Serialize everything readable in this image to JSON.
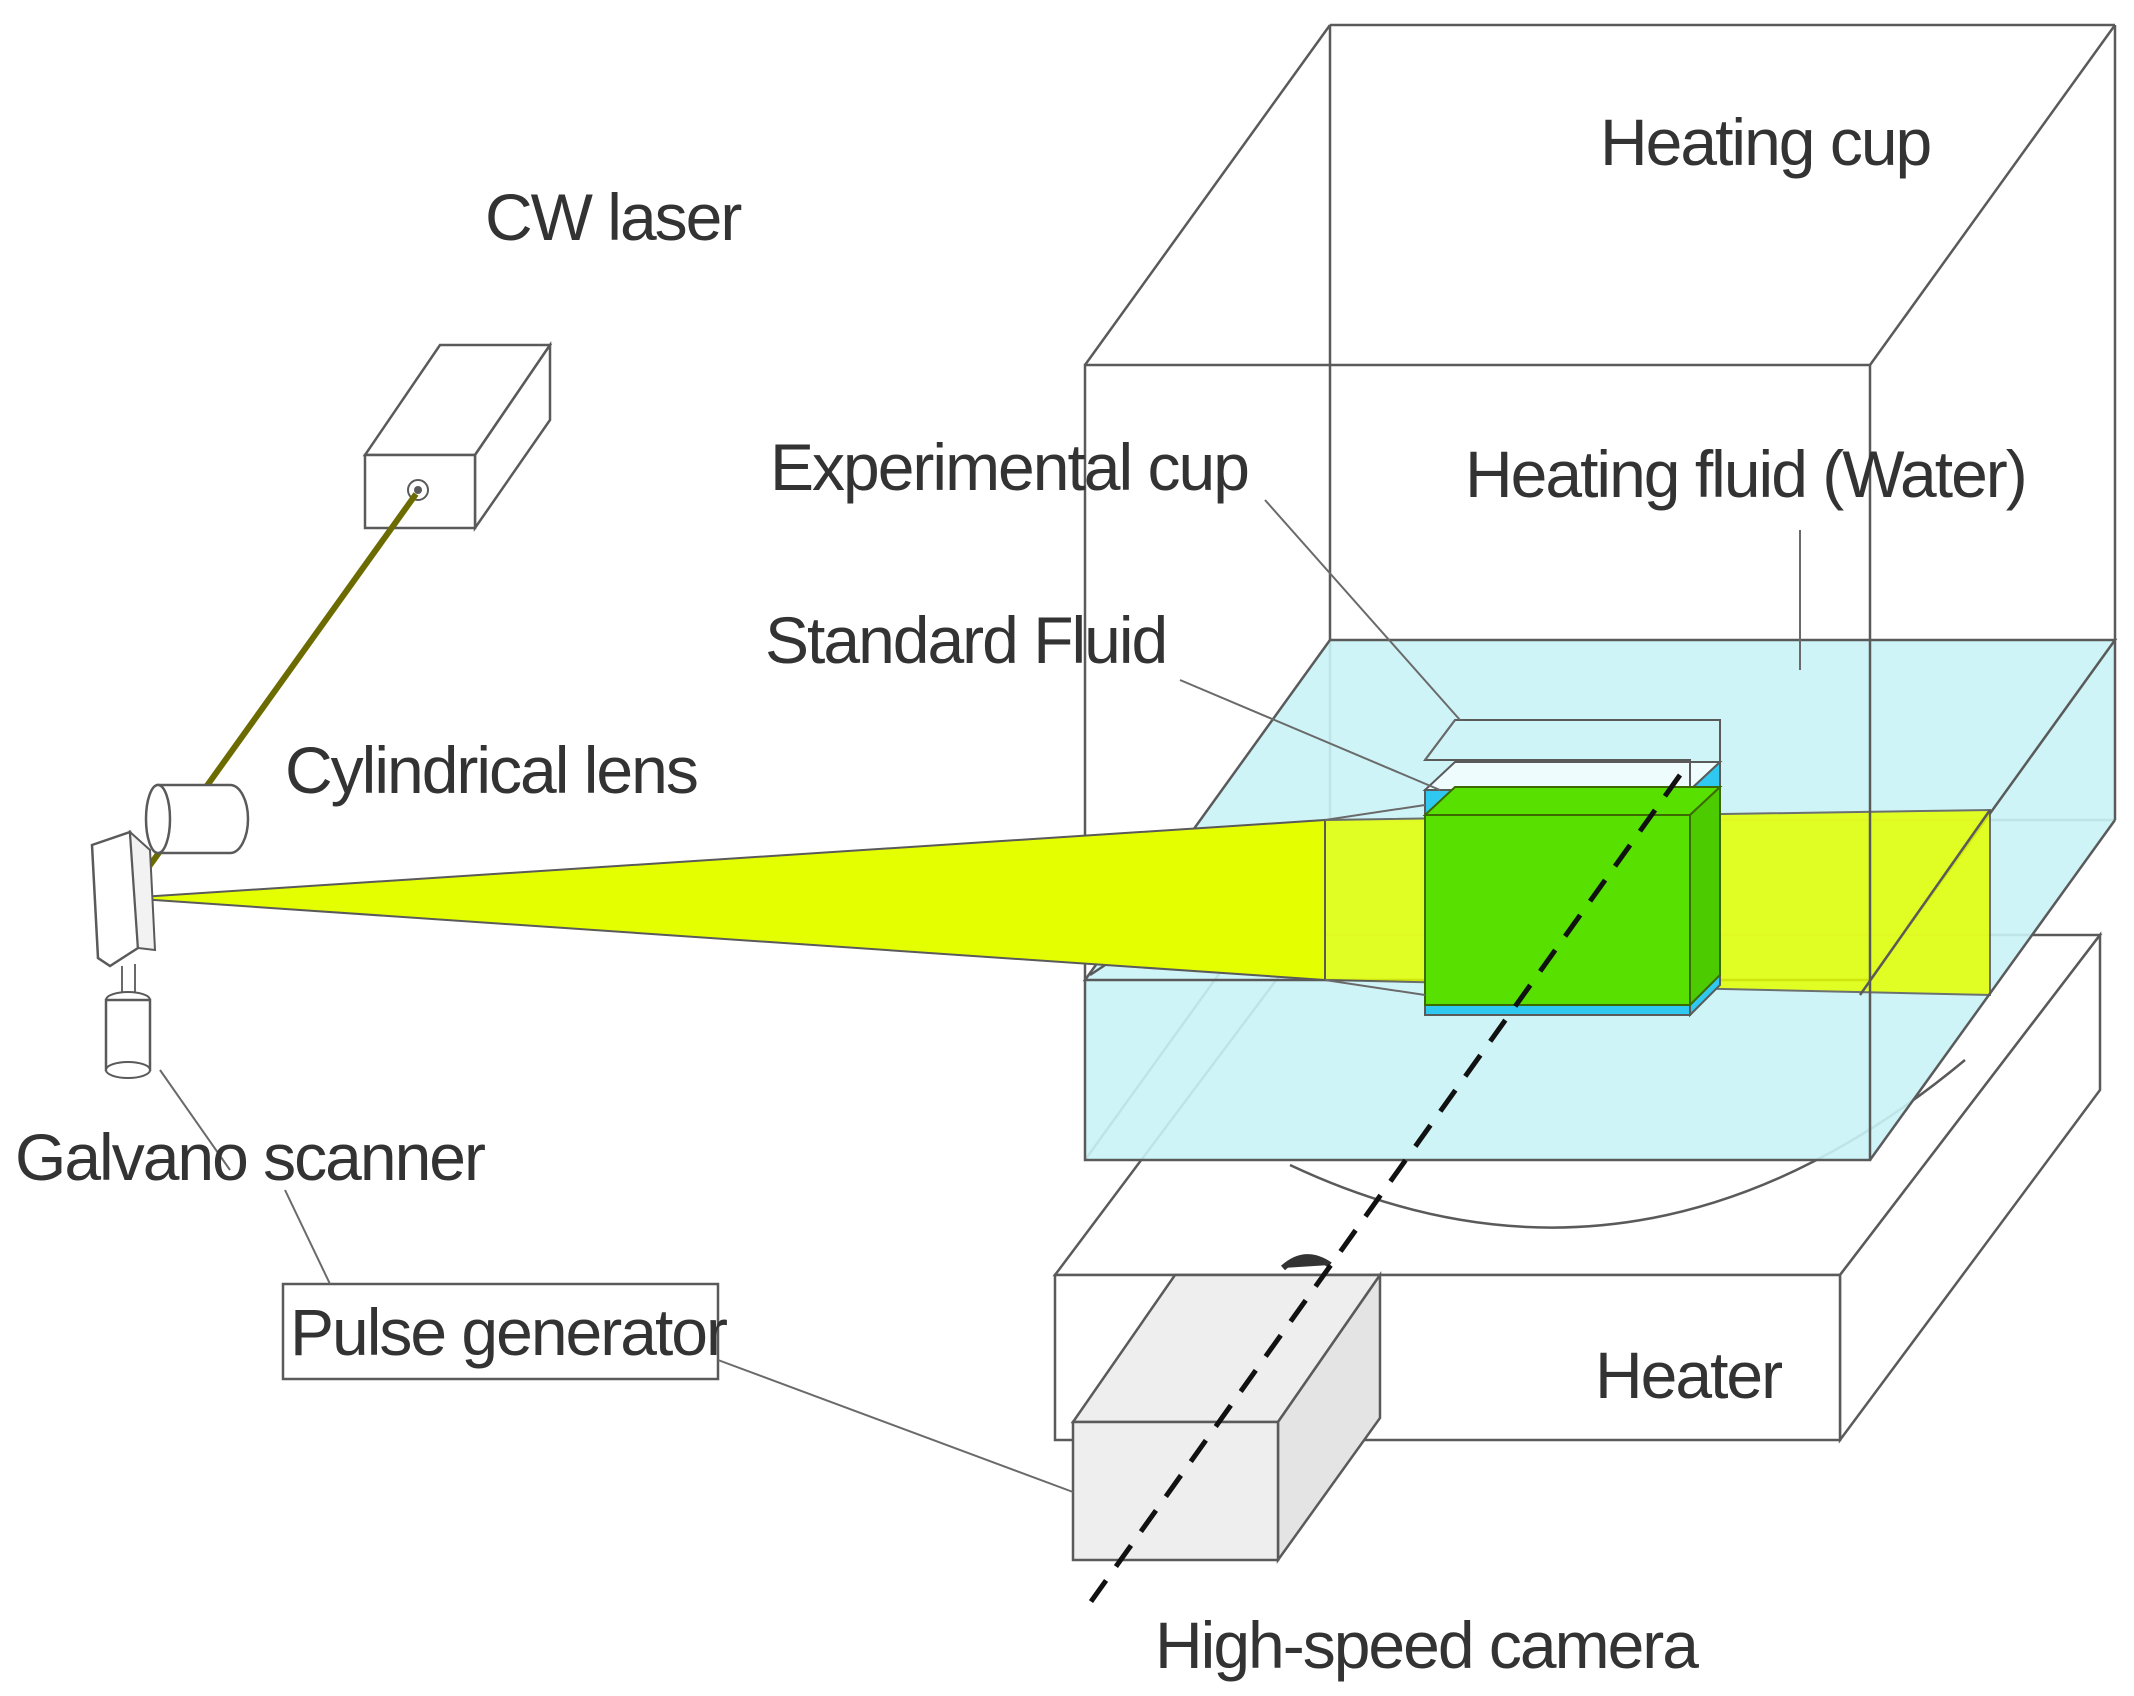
{
  "labels": {
    "cw_laser": "CW laser",
    "heating_cup": "Heating cup",
    "experimental_cup": "Experimental cup",
    "heating_fluid": "Heating fluid (Water)",
    "standard_fluid": "Standard Fluid",
    "cylindrical_lens": "Cylindrical lens",
    "galvano_scanner": "Galvano scanner",
    "pulse_generator": "Pulse generator",
    "heater": "Heater",
    "high_speed_camera": "High-speed camera"
  },
  "colors": {
    "water": "#c9f3f6",
    "laser_sheet": "#e4ff00",
    "standard_fluid": "#58e000",
    "sample_cup_fill": "#2ec8f0",
    "camera_body": "#eeeeee",
    "laser_beam": "#6b6b00",
    "outline": "#5a5a5a"
  }
}
